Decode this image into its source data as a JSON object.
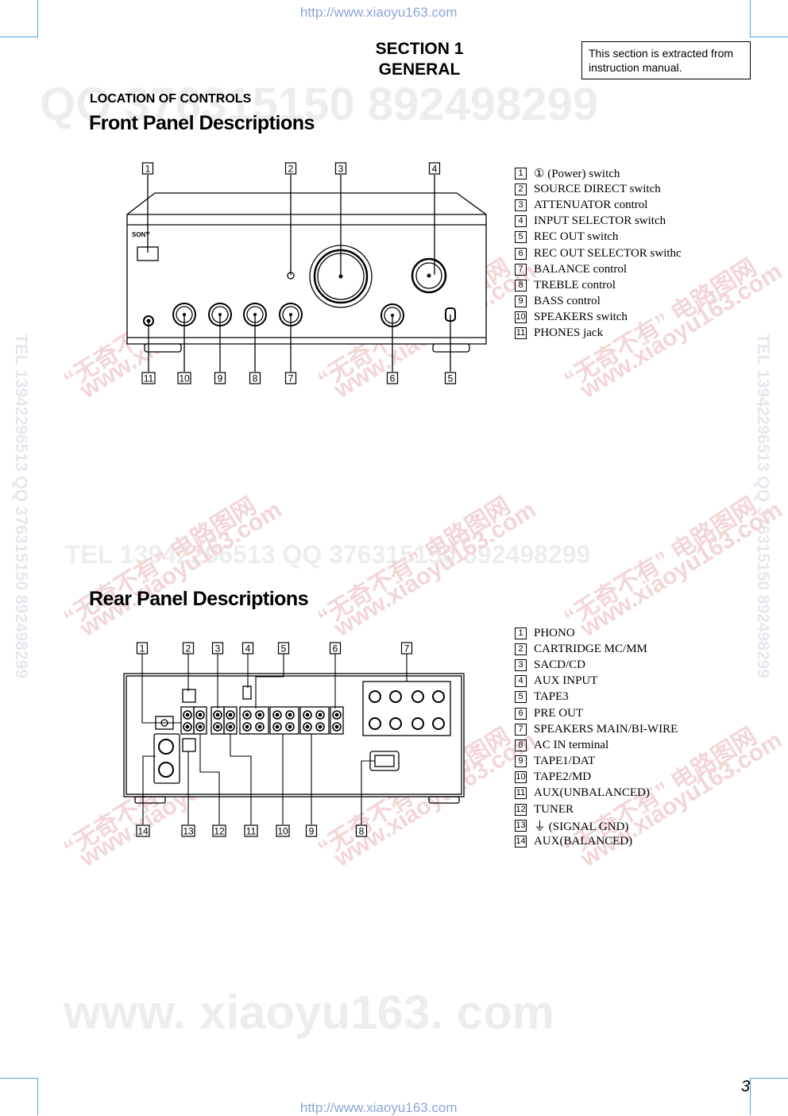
{
  "header": {
    "url": "http://www.xiaoyu163.com"
  },
  "footer": {
    "url": "http://www.xiaoyu163.com",
    "page_number": "3"
  },
  "section": {
    "line1": "SECTION  1",
    "line2": "GENERAL"
  },
  "note": {
    "line1": "This section is extracted from",
    "line2": "instruction manual."
  },
  "location_heading": "LOCATION OF CONTROLS",
  "front": {
    "heading": "Front Panel Descriptions",
    "brand": "SONY",
    "callouts_top": [
      "1",
      "2",
      "3",
      "4"
    ],
    "callouts_bottom": [
      "11",
      "10",
      "9",
      "8",
      "7",
      "6",
      "5"
    ],
    "items": [
      {
        "num": "1",
        "label": "① (Power) switch"
      },
      {
        "num": "2",
        "label": "SOURCE DIRECT switch"
      },
      {
        "num": "3",
        "label": "ATTENUATOR control"
      },
      {
        "num": "4",
        "label": "INPUT SELECTOR switch"
      },
      {
        "num": "5",
        "label": "REC OUT switch"
      },
      {
        "num": "6",
        "label": "REC OUT SELECTOR swithc"
      },
      {
        "num": "7",
        "label": "BALANCE control"
      },
      {
        "num": "8",
        "label": "TREBLE control"
      },
      {
        "num": "9",
        "label": "BASS control"
      },
      {
        "num": "10",
        "label": "SPEAKERS switch"
      },
      {
        "num": "11",
        "label": "PHONES jack"
      }
    ]
  },
  "rear": {
    "heading": "Rear Panel Descriptions",
    "callouts_top": [
      "1",
      "2",
      "3",
      "4",
      "5",
      "6",
      "7"
    ],
    "callouts_bottom": [
      "14",
      "13",
      "12",
      "11",
      "10",
      "9",
      "8"
    ],
    "items": [
      {
        "num": "1",
        "label": "PHONO"
      },
      {
        "num": "2",
        "label": "CARTRIDGE MC/MM"
      },
      {
        "num": "3",
        "label": "SACD/CD"
      },
      {
        "num": "4",
        "label": "AUX INPUT"
      },
      {
        "num": "5",
        "label": "TAPE3"
      },
      {
        "num": "6",
        "label": "PRE OUT"
      },
      {
        "num": "7",
        "label": "SPEAKERS MAIN/BI-WIRE"
      },
      {
        "num": "8",
        "label": "AC IN terminal"
      },
      {
        "num": "9",
        "label": "TAPE1/DAT"
      },
      {
        "num": "10",
        "label": "TAPE2/MD"
      },
      {
        "num": "11",
        "label": "AUX(UNBALANCED)"
      },
      {
        "num": "12",
        "label": "TUNER"
      },
      {
        "num": "13",
        "label": "⏚ (SIGNAL GND)"
      },
      {
        "num": "14",
        "label": "AUX(BALANCED)"
      }
    ]
  },
  "watermarks": {
    "qq_top": "QQ 376315150   892498299",
    "tel_mid": "TEL 13942296513   QQ 376315150   892498299",
    "site_big": "www. xiaoyu163. com",
    "diag_cn": "“无奇不有” 电路图网",
    "diag_url": "www.xiaoyu163.com",
    "vert": "TEL 13942296513  QQ 376315150  892498299"
  }
}
